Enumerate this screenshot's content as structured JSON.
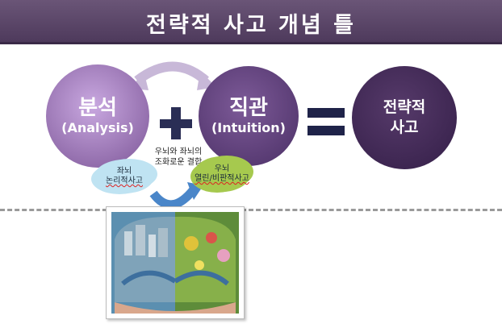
{
  "header": {
    "title": "전략적 사고 개념 틀"
  },
  "analysis": {
    "title": "분석",
    "subtitle": "(Analysis)"
  },
  "intuition": {
    "title": "직관",
    "subtitle": "(Intuition)"
  },
  "result": {
    "line1": "전략적",
    "line2": "사고"
  },
  "combination": {
    "line1": "우뇌와 좌뇌의",
    "line2": "조화로운 결합"
  },
  "left_brain": {
    "line1": "좌뇌",
    "line2": "논리적사고"
  },
  "right_brain": {
    "line1": "우뇌",
    "line2": "열린/비판적사고"
  },
  "colors": {
    "header": "#5a4668",
    "analysis": "#a583c0",
    "intuition": "#62447c",
    "result": "#43295a",
    "operator": "#252a52",
    "left_cloud": "#bfe3f2",
    "right_cloud": "#a6c94e"
  }
}
